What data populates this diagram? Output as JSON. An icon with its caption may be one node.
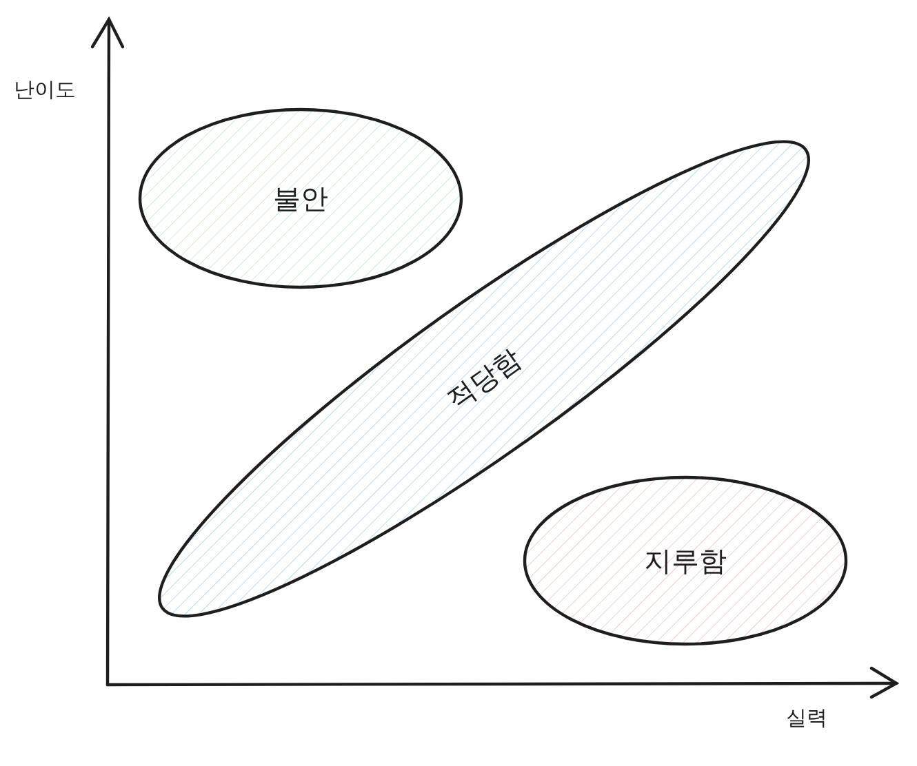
{
  "diagram": {
    "nodes": [
      {
        "text": [
          "불안"
        ]
      },
      {
        "text": [
          "적당함"
        ]
      },
      {
        "text": [
          "지루함"
        ]
      }
    ],
    "labels": [
      "난이도",
      "실력"
    ]
  }
}
